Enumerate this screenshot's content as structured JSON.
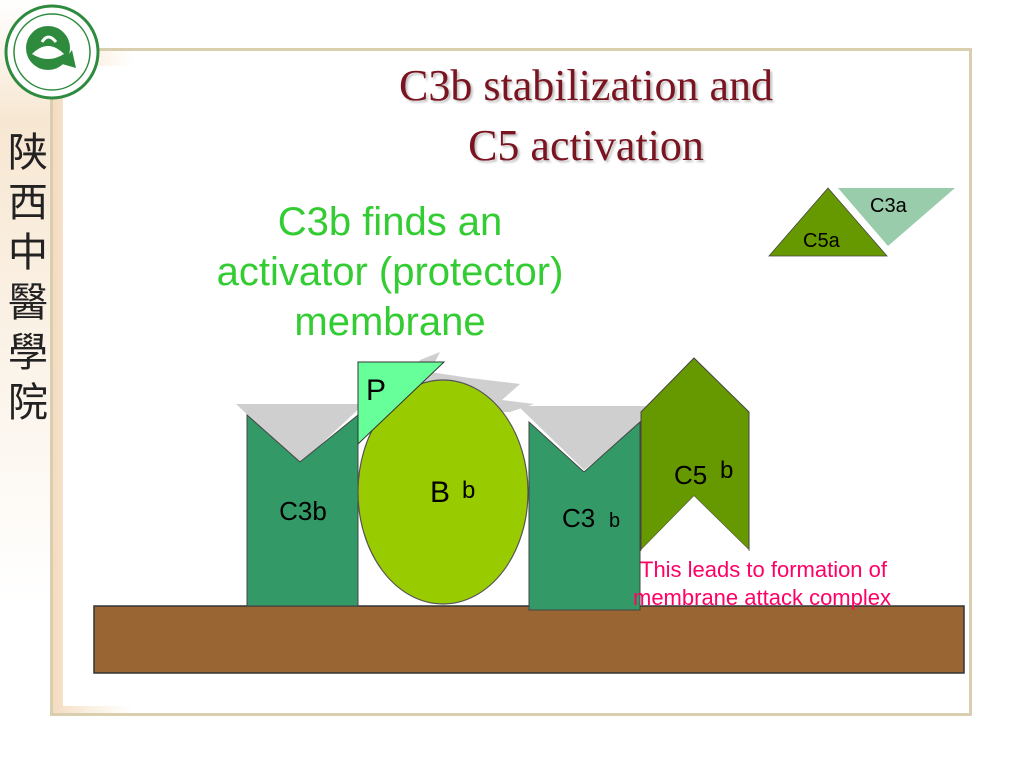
{
  "title": {
    "line1": "C3b stabilization and",
    "line2": "C5 activation"
  },
  "sidebar": {
    "vertical_name_chars": [
      "陕",
      "西",
      "中",
      "醫",
      "學",
      "院"
    ],
    "logo_icon": "university-seal-icon"
  },
  "subtitle": {
    "line1": "C3b finds an",
    "line2": "activator (protector)",
    "line3": "membrane"
  },
  "diagram": {
    "c3b_left_label": "C3b",
    "properdin_label": "P",
    "factor_b_main": "B",
    "factor_b_sub": "b",
    "c3b_right_main": "C3",
    "c3b_right_sub": "b",
    "c5b_main": "C5",
    "c5b_sub": "b",
    "c3a_label": "C3a",
    "c5a_label": "C5a"
  },
  "note": {
    "line1": "This leads to formation of",
    "line2": "membrane attack complex"
  },
  "colors": {
    "title": "#7a1420",
    "subtitle": "#33cc33",
    "c3b_green": "#339966",
    "bb_green": "#99cc00",
    "properdin_green": "#66ff99",
    "c5b_green": "#669900",
    "c3a_green": "#99ccaa",
    "c5a_green": "#669900",
    "membrane_brown": "#996633",
    "note_pink": "#ff0066"
  }
}
